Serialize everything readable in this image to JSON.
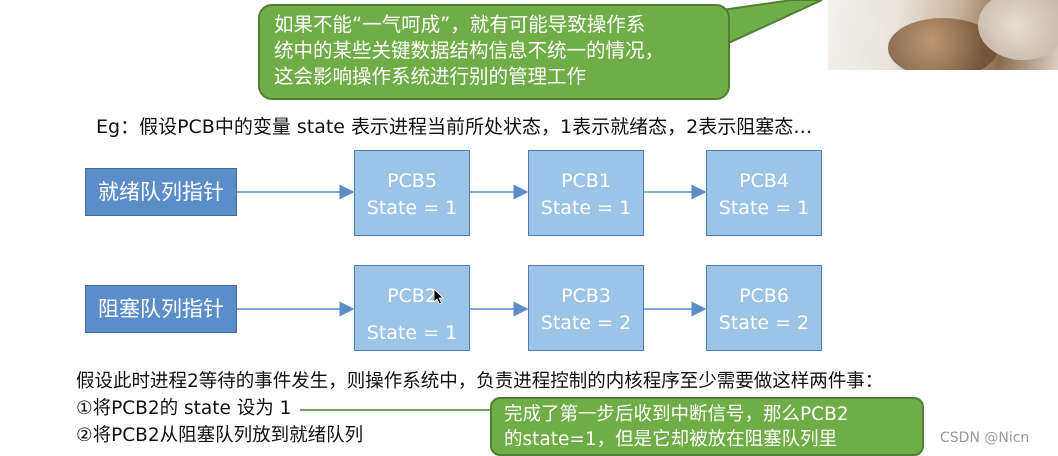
{
  "callout_top": {
    "line1": "如果不能“一气呵成”，就有可能导致操作系",
    "line2": "统中的某些关键数据结构信息不统一的情况，",
    "line3": "这会影响操作系统进行别的管理工作"
  },
  "eg_text": "Eg：假设PCB中的变量 state 表示进程当前所处状态，1表示就绪态，2表示阻塞态…",
  "ready_queue": {
    "pointer_label": "就绪队列指针",
    "pcbs": [
      {
        "name": "PCB5",
        "state": "State = 1"
      },
      {
        "name": "PCB1",
        "state": "State = 1"
      },
      {
        "name": "PCB4",
        "state": "State = 1"
      }
    ]
  },
  "blocked_queue": {
    "pointer_label": "阻塞队列指针",
    "pcbs": [
      {
        "name": "PCB2",
        "state": "State = 1"
      },
      {
        "name": "PCB3",
        "state": "State = 2"
      },
      {
        "name": "PCB6",
        "state": "State = 2"
      }
    ]
  },
  "question_text": "假设此时进程2等待的事件发生，则操作系统中，负责进程控制的内核程序至少需要做这样两件事：",
  "step1": "①将PCB2的 state 设为 1",
  "step2": "②将PCB2从阻塞队列放到就绪队列",
  "callout_bottom": {
    "line1": "完成了第一步后收到中断信号，那么PCB2",
    "line2": "的state=1，但是它却被放在阻塞队列里"
  },
  "watermark": "CSDN @Nicn",
  "colors": {
    "callout_green": "#70ad47",
    "pointer_blue": "#5b8ec9",
    "pcb_blue": "#9dc3e6",
    "arrow_blue": "#5b8ec9"
  }
}
